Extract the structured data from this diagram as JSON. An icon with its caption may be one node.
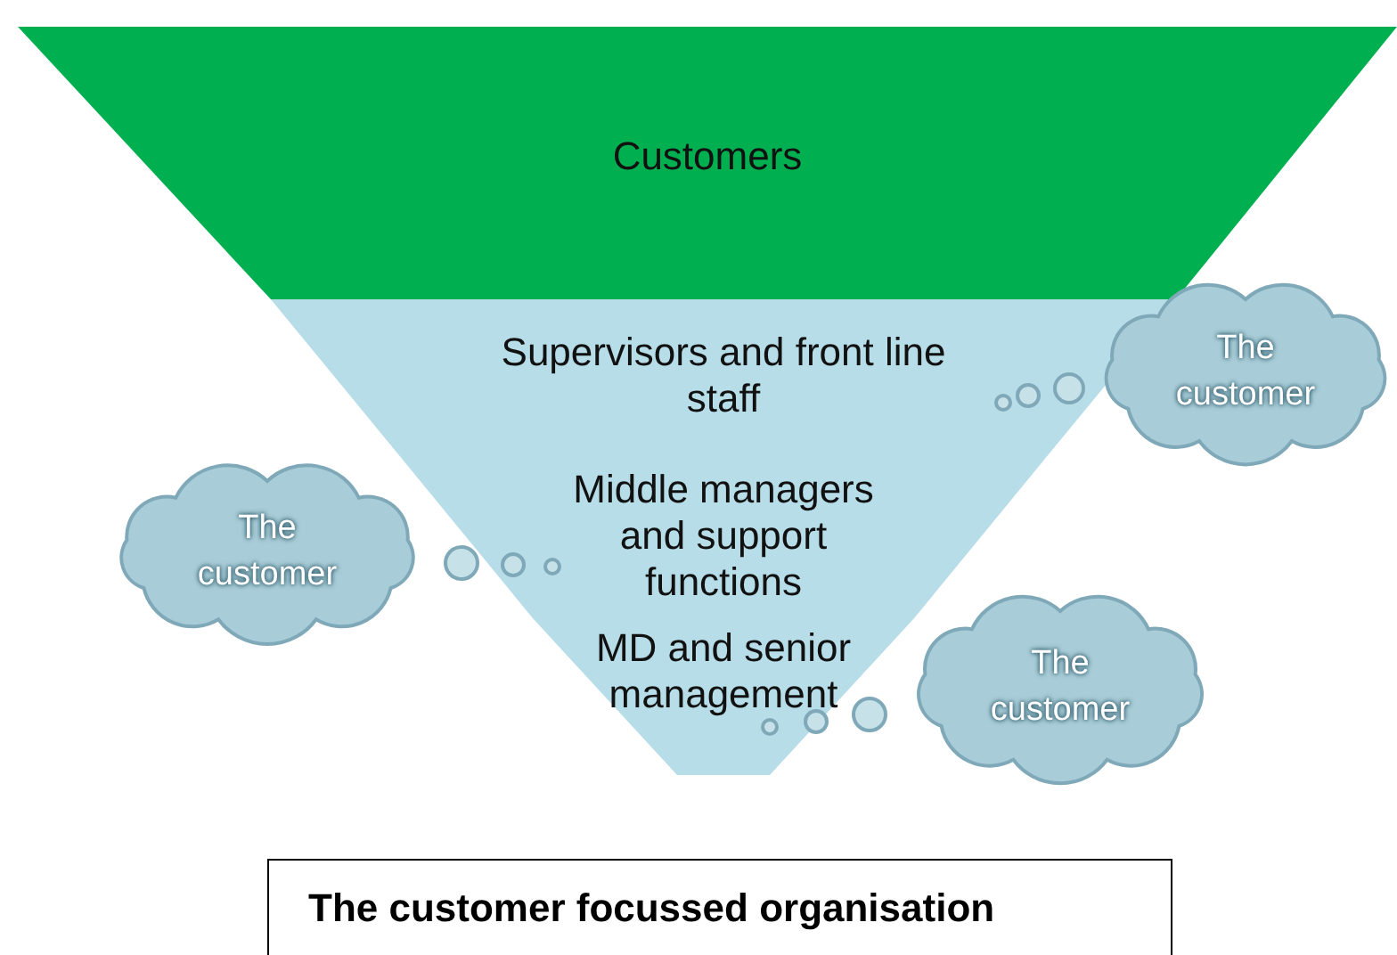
{
  "diagram": {
    "caption": "The customer focussed organisation",
    "nodes": [
      {
        "text": [
          "Customers"
        ]
      },
      {
        "text": [
          "Supervisors and front line staff"
        ]
      },
      {
        "text": [
          "Middle managers and support functions"
        ]
      },
      {
        "text": [
          "MD and senior management"
        ]
      },
      {
        "text": [
          "The customer"
        ]
      },
      {
        "text": [
          "The customer"
        ]
      },
      {
        "text": [
          "The customer"
        ]
      }
    ]
  }
}
